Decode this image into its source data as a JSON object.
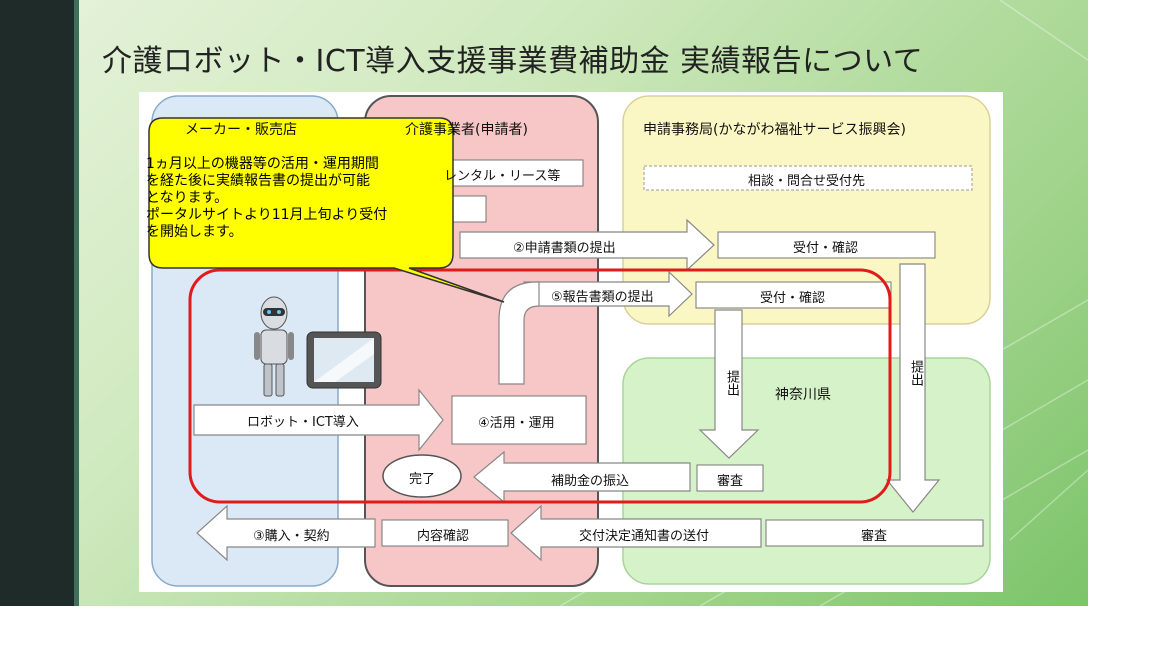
{
  "slide": {
    "title": "介護ロボット・ICT導入支援事業費補助金 実績報告について",
    "colors": {
      "left_bar": "#1f2b28",
      "maker_lane": "#dbe9f6",
      "applicant_lane": "#f7c6c6",
      "office_lane": "#fbf7c4",
      "pref_lane": "#d5f2c9",
      "callout": "#ffff00",
      "highlight": "#e21a1a"
    }
  },
  "lanes": {
    "maker": "メーカー・販売店",
    "applicant": "介護事業者(申請者)",
    "office": "申請事務局(かながわ福祉サービス振興会)",
    "prefecture": "神奈川県"
  },
  "boxes": {
    "rental": "レンタル・リース等",
    "consult": "相談・問合せ受付先",
    "receive1": "受付・確認",
    "receive2": "受付・確認",
    "use": "④活用・運用",
    "done": "完了",
    "review1": "審査",
    "review2": "審査",
    "confirm": "内容確認"
  },
  "arrows": {
    "submit_application": "②申請書類の提出",
    "submit_report": "⑤報告書類の提出",
    "robot_ict": "ロボット・ICT導入",
    "subsidy_transfer": "補助金の振込",
    "purchase": "③購入・契約",
    "notice": "交付決定通知書の送付",
    "submit_v1": "提出",
    "submit_v2": "提出"
  },
  "callout": {
    "lines": [
      "1ヵ月以上の機器等の活用・運用期間",
      "を経た後に実績報告書の提出が可能",
      "となります。",
      "ポータルサイトより11月上旬より受付",
      "を開始します。"
    ]
  },
  "icons": {
    "robot": "robot-icon",
    "tablet": "tablet-icon"
  }
}
